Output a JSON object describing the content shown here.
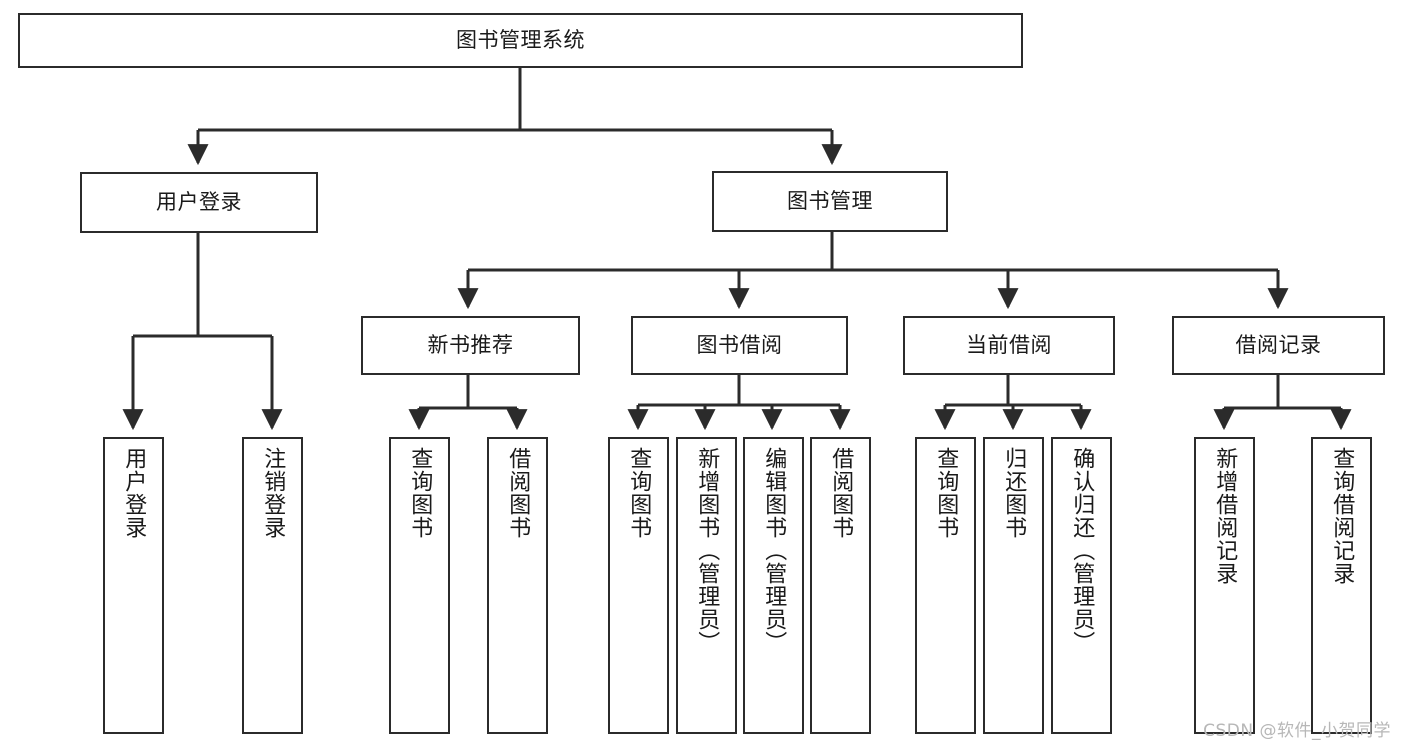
{
  "diagram": {
    "title": "图书管理系统",
    "type": "tree-hierarchy",
    "theme": {
      "box_border": "#2b2b2b",
      "box_fill": "#ffffff",
      "edge_color": "#2b2b2b",
      "text_color": "#1a1a1a",
      "background": "#ffffff",
      "watermark_color": "#b7b7b7"
    },
    "root": {
      "label": "图书管理系统"
    },
    "level1": [
      {
        "label": "用户登录"
      },
      {
        "label": "图书管理"
      }
    ],
    "level2": [
      {
        "label": "新书推荐"
      },
      {
        "label": "图书借阅"
      },
      {
        "label": "当前借阅"
      },
      {
        "label": "借阅记录"
      }
    ],
    "leaves": {
      "user_login": [
        {
          "label": "用户登录"
        },
        {
          "label": "注销登录"
        }
      ],
      "new_book_recommend": [
        {
          "label": "查询图书"
        },
        {
          "label": "借阅图书"
        }
      ],
      "book_borrow": [
        {
          "label": "查询图书"
        },
        {
          "label": "新增图书（管理员）"
        },
        {
          "label": "编辑图书（管理员）"
        },
        {
          "label": "借阅图书"
        }
      ],
      "current_borrow": [
        {
          "label": "查询图书"
        },
        {
          "label": "归还图书"
        },
        {
          "label": "确认归还（管理员）"
        }
      ],
      "borrow_record": [
        {
          "label": "新增借阅记录"
        },
        {
          "label": "查询借阅记录"
        }
      ]
    }
  },
  "watermark": {
    "text": "CSDN @软件_小贺同学"
  }
}
